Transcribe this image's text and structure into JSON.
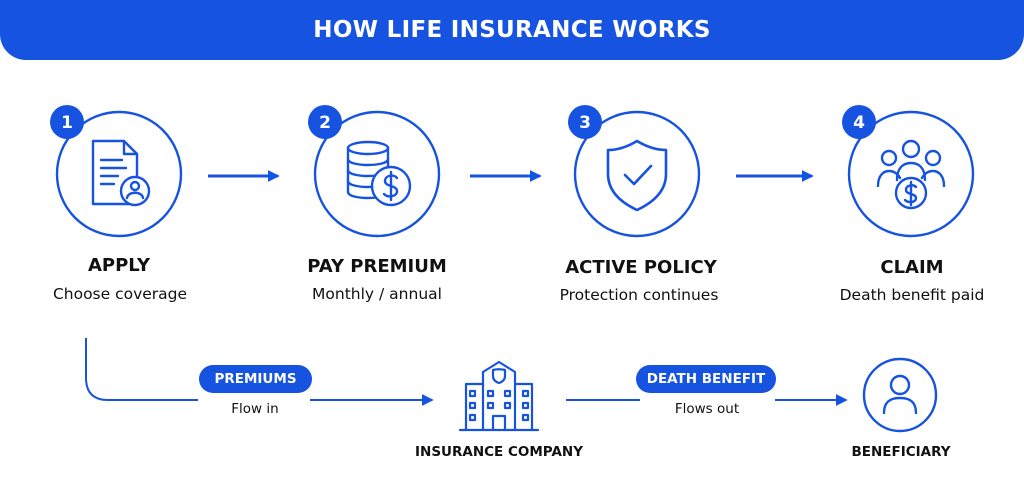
{
  "header": {
    "title": "HOW LIFE INSURANCE WORKS"
  },
  "colors": {
    "accent": "#1653e0",
    "text": "#111111",
    "background": "#ffffff"
  },
  "steps": [
    {
      "number": "1",
      "title": "APPLY",
      "subtitle": "Choose coverage",
      "icon": "application-document-icon"
    },
    {
      "number": "2",
      "title": "PAY PREMIUM",
      "subtitle": "Monthly / annual",
      "icon": "coins-dollar-icon"
    },
    {
      "number": "3",
      "title": "ACTIVE POLICY",
      "subtitle": "Protection continues",
      "icon": "shield-check-icon"
    },
    {
      "number": "4",
      "title": "CLAIM",
      "subtitle": "Death benefit paid",
      "icon": "group-dollar-icon"
    }
  ],
  "flow": {
    "premiums": {
      "label": "PREMIUMS",
      "text": "Flow in"
    },
    "death_benefit": {
      "label": "DEATH BENEFIT",
      "text": "Flows out"
    },
    "insurance_company": {
      "label": "INSURANCE COMPANY",
      "icon": "building-icon"
    },
    "beneficiary": {
      "label": "BENEFICIARY",
      "icon": "person-icon"
    }
  }
}
